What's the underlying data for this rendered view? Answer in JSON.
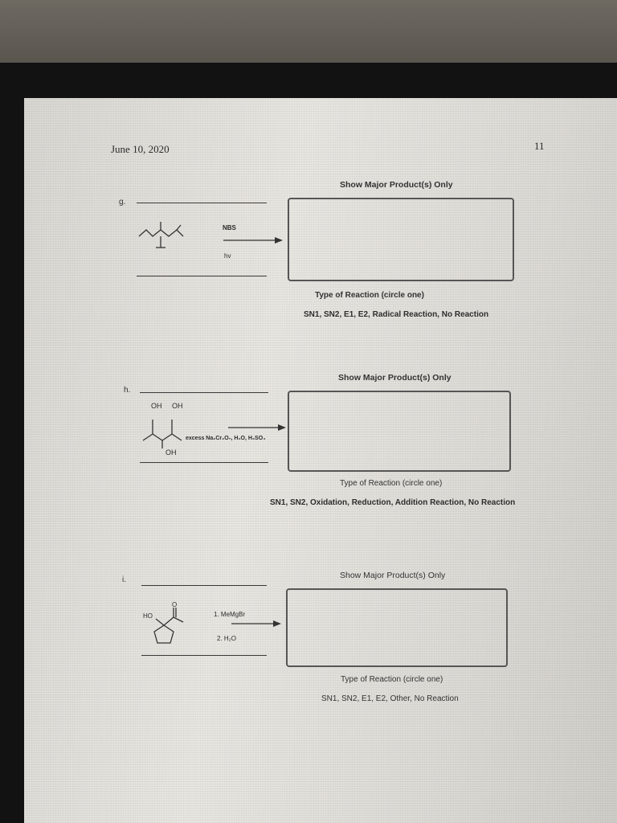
{
  "page": {
    "date": "June 10, 2020",
    "page_number": "11"
  },
  "problems": [
    {
      "letter": "g.",
      "reagents": [
        "NBS",
        "hv"
      ],
      "header": "Show Major Product(s) Only",
      "type_label": "Type of Reaction (circle one)",
      "options": "SN1, SN2, E1, E2, Radical Reaction, No Reaction"
    },
    {
      "letter": "h.",
      "reagents": [
        "excess Na₂Cr₂O₇, H₂O, H₂SO₄"
      ],
      "labels": [
        "OH",
        "OH",
        "OH"
      ],
      "header": "Show Major Product(s) Only",
      "type_label": "Type of Reaction (circle one)",
      "options": "SN1, SN2, Oxidation, Reduction, Addition Reaction, No Reaction"
    },
    {
      "letter": "i.",
      "reagents": [
        "1. MeMgBr",
        "2. H₂O"
      ],
      "labels": [
        "HO",
        "O"
      ],
      "header": "Show Major Product(s) Only",
      "type_label": "Type of Reaction (circle one)",
      "options": "SN1, SN2, E1, E2, Other, No Reaction"
    }
  ]
}
